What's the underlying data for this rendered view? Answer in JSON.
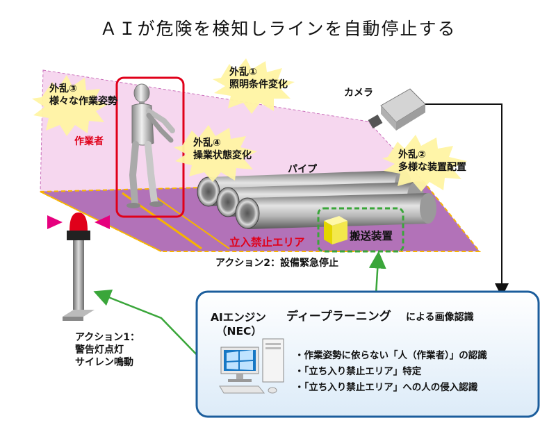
{
  "title": "ＡＩが危険を検知しラインを自動停止する",
  "disturbances": {
    "d1": {
      "head": "外乱①",
      "text": "照明条件変化"
    },
    "d2": {
      "head": "外乱②",
      "text": "多様な装置配置"
    },
    "d3": {
      "head": "外乱③",
      "text": "様々な作業姿勢"
    },
    "d4": {
      "head": "外乱④",
      "text": "操業状態変化"
    }
  },
  "labels": {
    "camera": "カメラ",
    "pipe": "パイプ",
    "worker": "作業者",
    "restricted_area": "立入禁止エリア",
    "conveyor": "搬送装置"
  },
  "actions": {
    "action2": "アクション2：設備緊急停止",
    "action1": [
      "アクション1：",
      "警告灯点灯",
      "サイレン鳴動"
    ]
  },
  "panel": {
    "engine": "AIエンジン",
    "vendor": "（NEC）",
    "deep_learning": "ディープラーニング",
    "recognition_suffix": "による画像認識",
    "items": [
      "・作業姿勢に依らない「人（作業者）」の認識",
      "・「立ち入り禁止エリア」特定",
      "・「立ち入り禁止エリア」への人の侵入認識"
    ]
  },
  "colors": {
    "room_pink": "#f6d7ef",
    "floor_purple": "#b272b8",
    "floor_border": "#f7b400",
    "warning_red": "#e0001a",
    "panel_bg": "#e5f2fb",
    "panel_border": "#1b5d9c",
    "arrow_green": "#3aa63a",
    "burst_yellow": "#fff4a3"
  }
}
